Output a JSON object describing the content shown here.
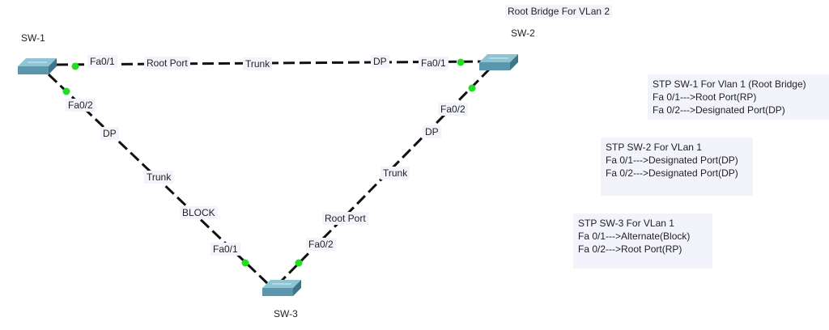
{
  "header": {
    "root_bridge_note": "Root Bridge For VLan 2"
  },
  "switches": {
    "sw1": {
      "name": "SW-1"
    },
    "sw2": {
      "name": "SW-2"
    },
    "sw3": {
      "name": "SW-3"
    }
  },
  "links": {
    "sw1_sw2": {
      "sw1_port": "Fa0/1",
      "sw1_role": "Root Port",
      "type": "Trunk",
      "sw2_role": "DP",
      "sw2_port": "Fa0/1"
    },
    "sw1_sw3": {
      "sw1_port": "Fa0/2",
      "sw1_role": "DP",
      "type": "Trunk",
      "sw3_role": "BLOCK",
      "sw3_port": "Fa0/1"
    },
    "sw2_sw3": {
      "sw2_port": "Fa0/2",
      "sw2_role": "DP",
      "type": "Trunk",
      "sw3_role": "Root Port",
      "sw3_port": "Fa0/2"
    }
  },
  "notes": {
    "sw1": {
      "title": "STP SW-1 For Vlan 1 (Root Bridge)",
      "line1": "Fa 0/1--->Root Port(RP)",
      "line2": "Fa 0/2--->Designated Port(DP)"
    },
    "sw2": {
      "title": "STP SW-2 For VLan 1",
      "line1": "Fa 0/1--->Designated Port(DP)",
      "line2": "Fa 0/2--->Designated Port(DP)"
    },
    "sw3": {
      "title": "STP SW-3 For VLan 1",
      "line1": "Fa 0/1--->Alternate(Block)",
      "line2": "Fa 0/2--->Root Port(RP)"
    }
  },
  "colors": {
    "link": "#111111",
    "port_up": "#22dd22",
    "switch_top": "#8fc4d4",
    "switch_front": "#5a97ad",
    "switch_side": "#3f7589"
  }
}
